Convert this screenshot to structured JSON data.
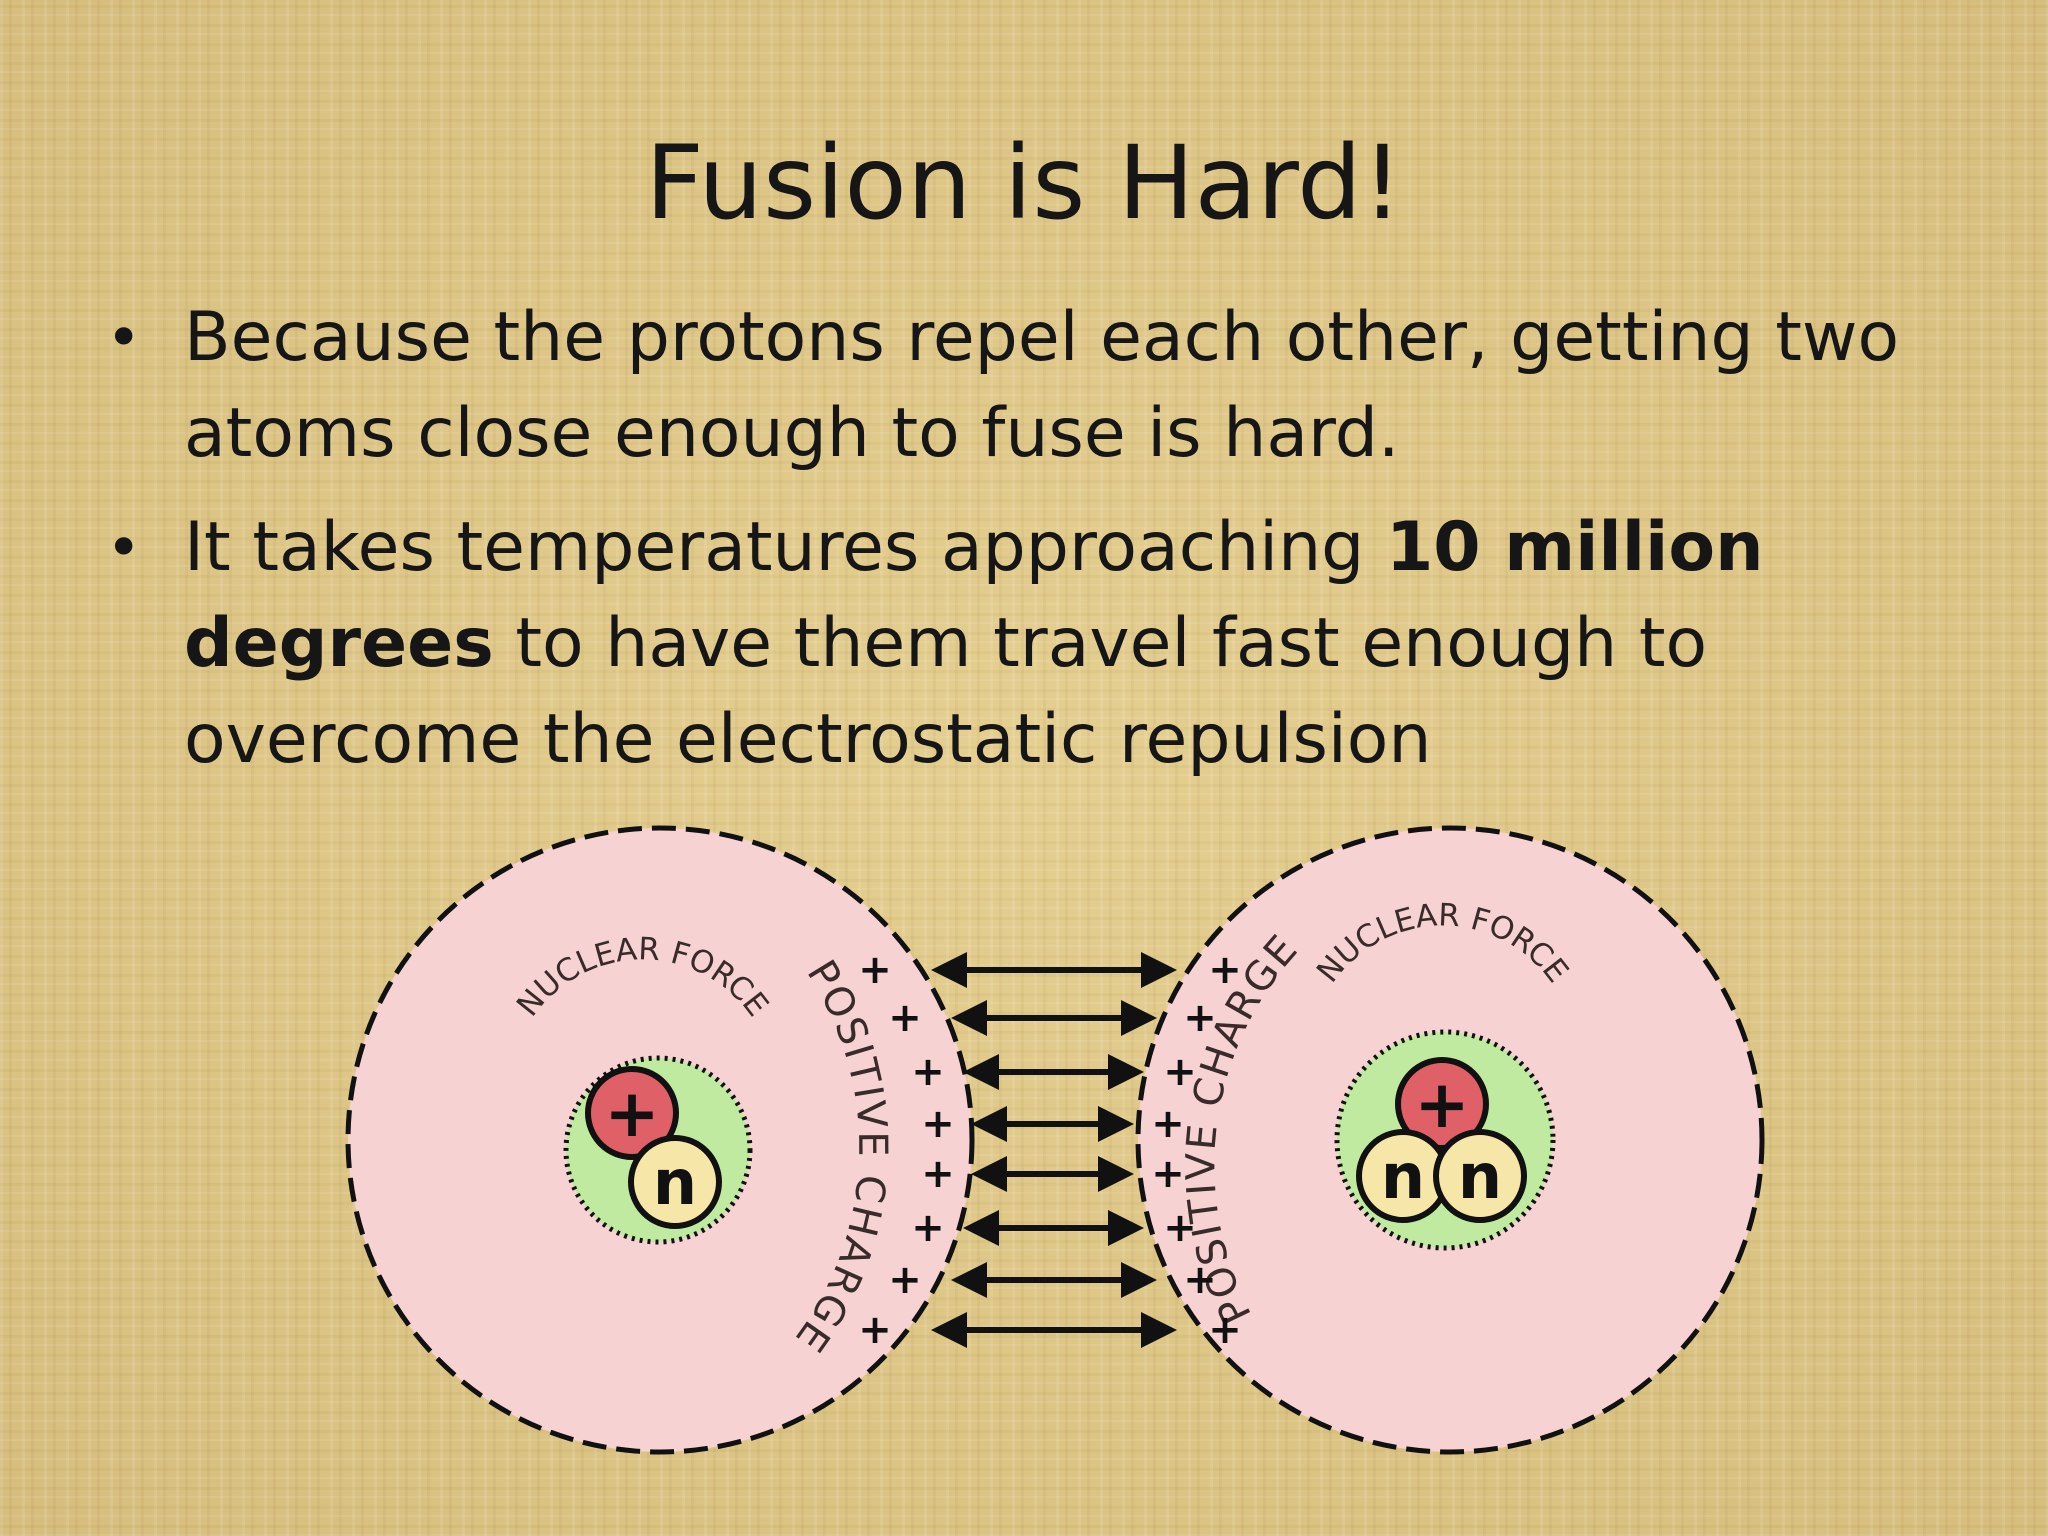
{
  "slide": {
    "title": "Fusion is Hard!",
    "bullets": [
      {
        "text": "Because the protons repel each other, getting two atoms close enough to fuse is hard."
      },
      {
        "text_before": "It takes temperatures approaching ",
        "text_bold": "10 million degrees",
        "text_after": " to have them travel fast enough to overcome the electrostatic repulsion"
      }
    ]
  },
  "diagram": {
    "left_nucleus": {
      "label_arc": "NUCLEAR FORCE",
      "charge_label": "POSITIVE CHARGE",
      "particles": [
        "+",
        "n"
      ]
    },
    "right_nucleus": {
      "label_arc": "NUCLEAR FORCE",
      "charge_label": "POSITIVE CHARGE",
      "particles": [
        "+",
        "n",
        "n"
      ]
    },
    "plus_sign": "+",
    "colors": {
      "nucleus_fill": "#f6d2d2",
      "core_fill": "#bfeaa0",
      "proton_fill": "#e06068",
      "neutron_fill": "#f6e6a8",
      "outline": "#111111"
    }
  }
}
